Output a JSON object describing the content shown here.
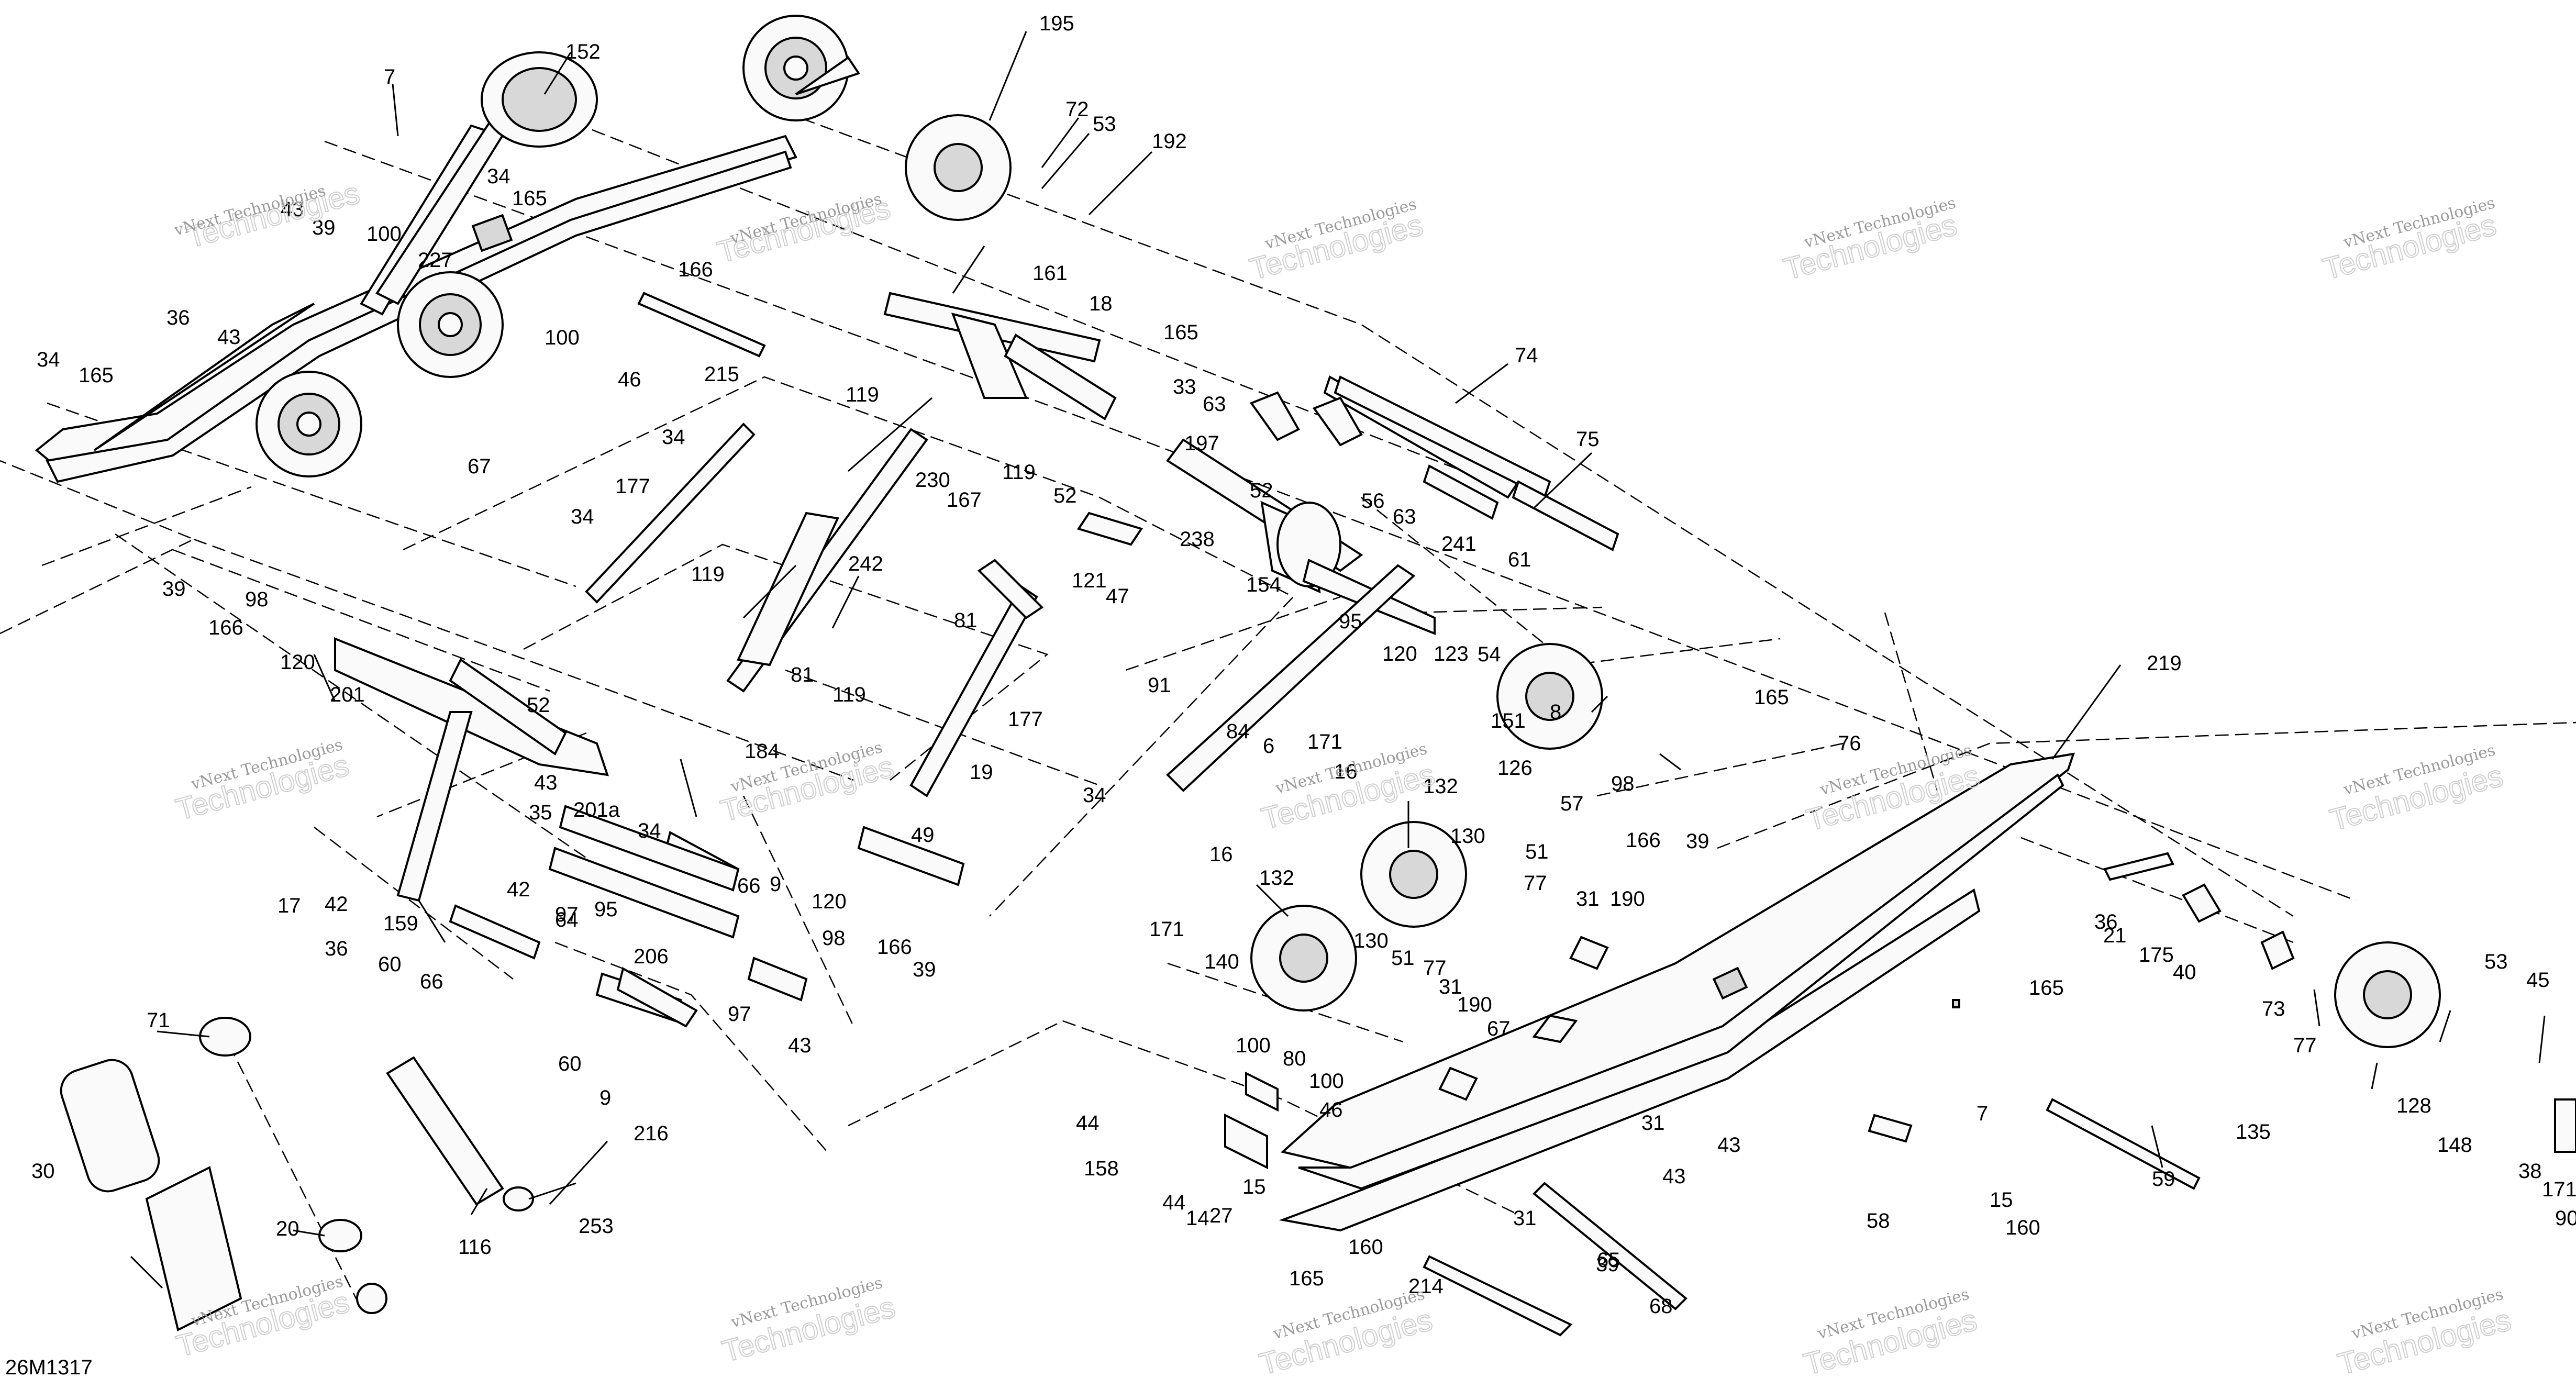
{
  "diagram": {
    "reference": "26M1317",
    "watermark": {
      "line1": "vNext Technologies",
      "line2": "Technologies"
    },
    "callouts": [
      "195",
      "152",
      "7",
      "72",
      "53",
      "192",
      "34",
      "165",
      "100",
      "43",
      "39",
      "227",
      "166",
      "36",
      "43",
      "34",
      "165",
      "100",
      "46",
      "215",
      "161",
      "18",
      "165",
      "33",
      "63",
      "74",
      "119",
      "197",
      "52",
      "56",
      "63",
      "67",
      "34",
      "230",
      "167",
      "119",
      "52",
      "75",
      "241",
      "177",
      "121",
      "238",
      "47",
      "61",
      "34",
      "242",
      "154",
      "39",
      "166",
      "98",
      "120",
      "119",
      "81",
      "95",
      "120",
      "123",
      "54",
      "201",
      "52",
      "91",
      "81",
      "119",
      "151",
      "177",
      "126",
      "8",
      "165",
      "76",
      "219",
      "19",
      "84",
      "6",
      "171",
      "16",
      "132",
      "98",
      "57",
      "34",
      "43",
      "35",
      "201a",
      "184",
      "34",
      "49",
      "130",
      "166",
      "39",
      "17",
      "42",
      "42",
      "159",
      "9",
      "66",
      "95",
      "97",
      "206",
      "64",
      "16",
      "51",
      "120",
      "77",
      "31",
      "190",
      "21",
      "36",
      "175",
      "40",
      "171",
      "140",
      "132",
      "98",
      "166",
      "39",
      "130",
      "51",
      "77",
      "31",
      "190",
      "67",
      "73",
      "77",
      "53",
      "45",
      "36",
      "60",
      "66",
      "97",
      "43",
      "165",
      "135",
      "128",
      "148",
      "71",
      "60",
      "9",
      "216",
      "100",
      "80",
      "100",
      "46",
      "31",
      "43",
      "7",
      "38",
      "171",
      "90",
      "30",
      "44",
      "158",
      "44",
      "14",
      "27",
      "15",
      "43",
      "31",
      "15",
      "160",
      "65",
      "59",
      "253",
      "20",
      "116",
      "165",
      "160",
      "214",
      "39",
      "68",
      "58"
    ]
  }
}
